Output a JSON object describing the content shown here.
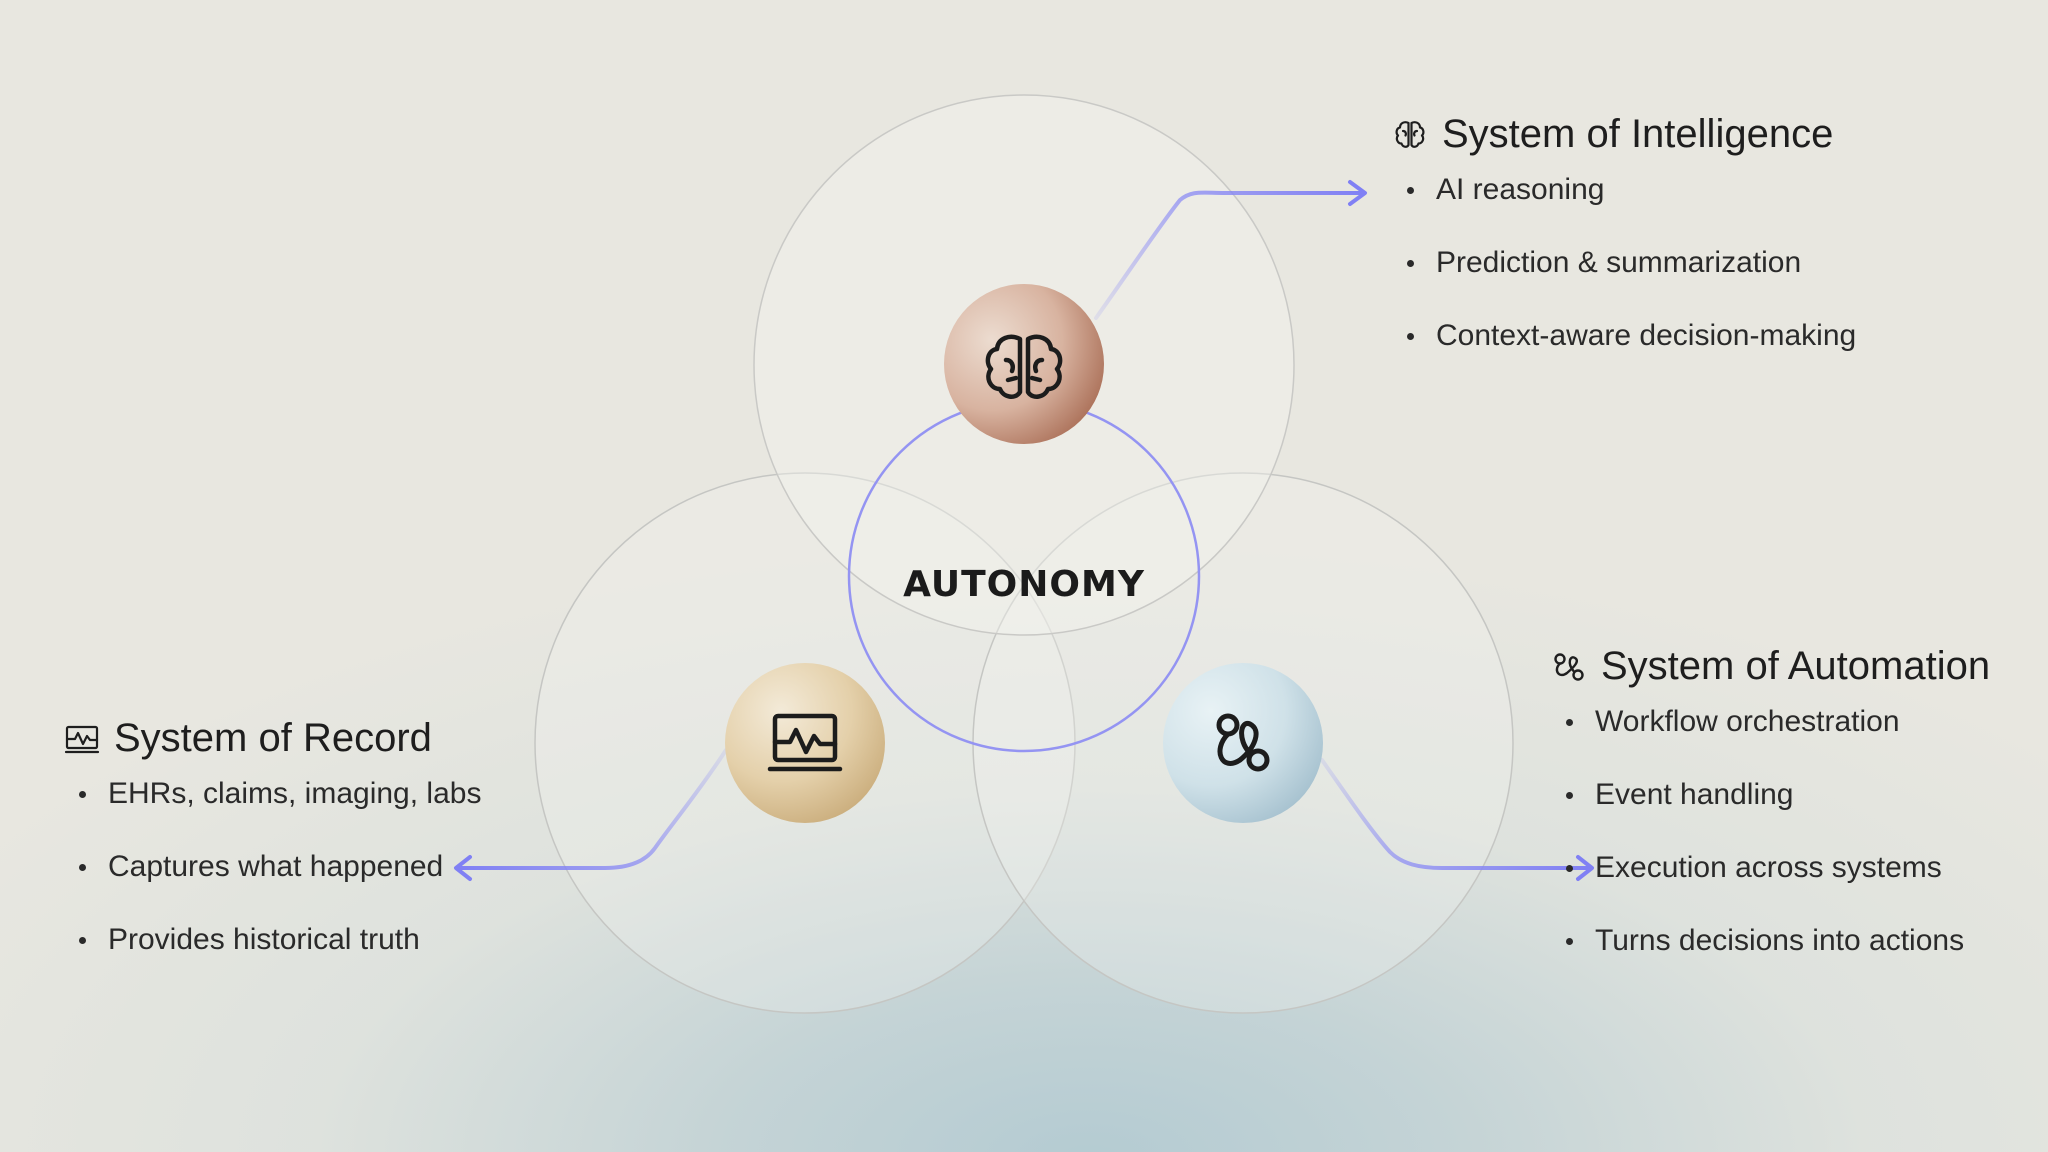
{
  "center_label": "AUTONOMY",
  "colors": {
    "accent_line": "#8c8cf5",
    "intelligence_node": "#c58d73",
    "record_node": "#dcc49a",
    "automation_node": "#a7c4d1"
  },
  "systems": {
    "intelligence": {
      "icon": "brain-icon",
      "title": "System of Intelligence",
      "items": [
        "AI reasoning",
        "Prediction & summarization",
        "Context-aware decision-making"
      ]
    },
    "record": {
      "icon": "monitor-pulse-icon",
      "title": "System of Record",
      "items": [
        "EHRs, claims, imaging, labs",
        "Captures what happened",
        "Provides historical truth"
      ]
    },
    "automation": {
      "icon": "workflow-route-icon",
      "title": "System of Automation",
      "items": [
        "Workflow orchestration",
        "Event handling",
        "Execution across systems",
        "Turns decisions into actions"
      ]
    }
  }
}
